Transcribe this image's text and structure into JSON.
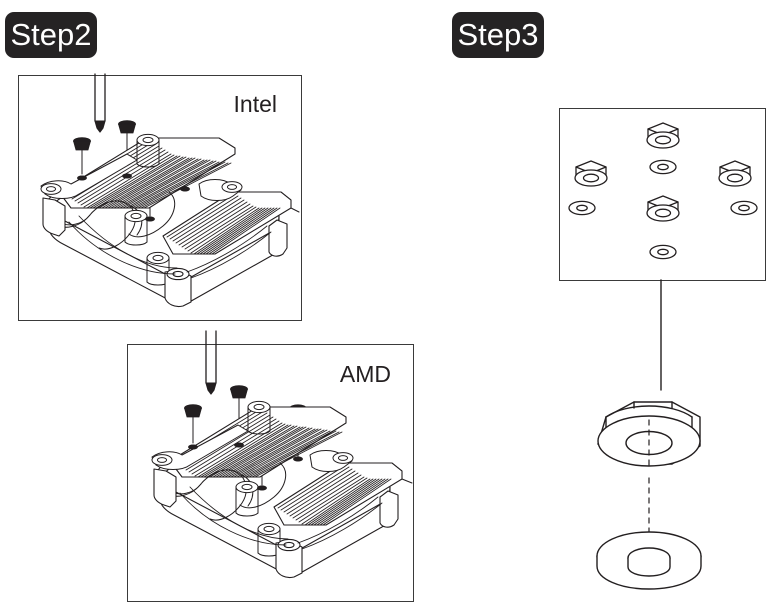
{
  "page": {
    "title": "CPU Cooler Installation Instructions — Step 2 and Step 3",
    "background_color": "#ffffff",
    "line_color": "#231f20",
    "badge_background": "#252324",
    "badge_text_color": "#ffffff"
  },
  "steps": [
    {
      "id": "step2",
      "label": "Step2",
      "panels": [
        {
          "id": "intel",
          "label": "Intel",
          "content_icon": "heatsink-fan-assembly-icon",
          "parts": [
            "screwdriver",
            "screw",
            "screw",
            "screw",
            "screw",
            "heatsink",
            "fan"
          ]
        },
        {
          "id": "amd",
          "label": "AMD",
          "content_icon": "heatsink-fan-assembly-icon",
          "parts": [
            "screwdriver",
            "screw",
            "screw",
            "screw",
            "screw",
            "heatsink",
            "fan"
          ]
        }
      ]
    },
    {
      "id": "step3",
      "label": "Step3",
      "panels": [
        {
          "id": "hardware",
          "label": "",
          "content_icon": "backplate-nuts-washers-icon",
          "parts": [
            "hex-nut",
            "washer",
            "hex-nut",
            "washer",
            "hex-nut",
            "washer",
            "hex-nut",
            "washer"
          ]
        }
      ],
      "callout": {
        "icon": "hex-nut-and-washer-detail-icon",
        "leader_line": "solid",
        "alignment_line": "dashed"
      }
    }
  ]
}
